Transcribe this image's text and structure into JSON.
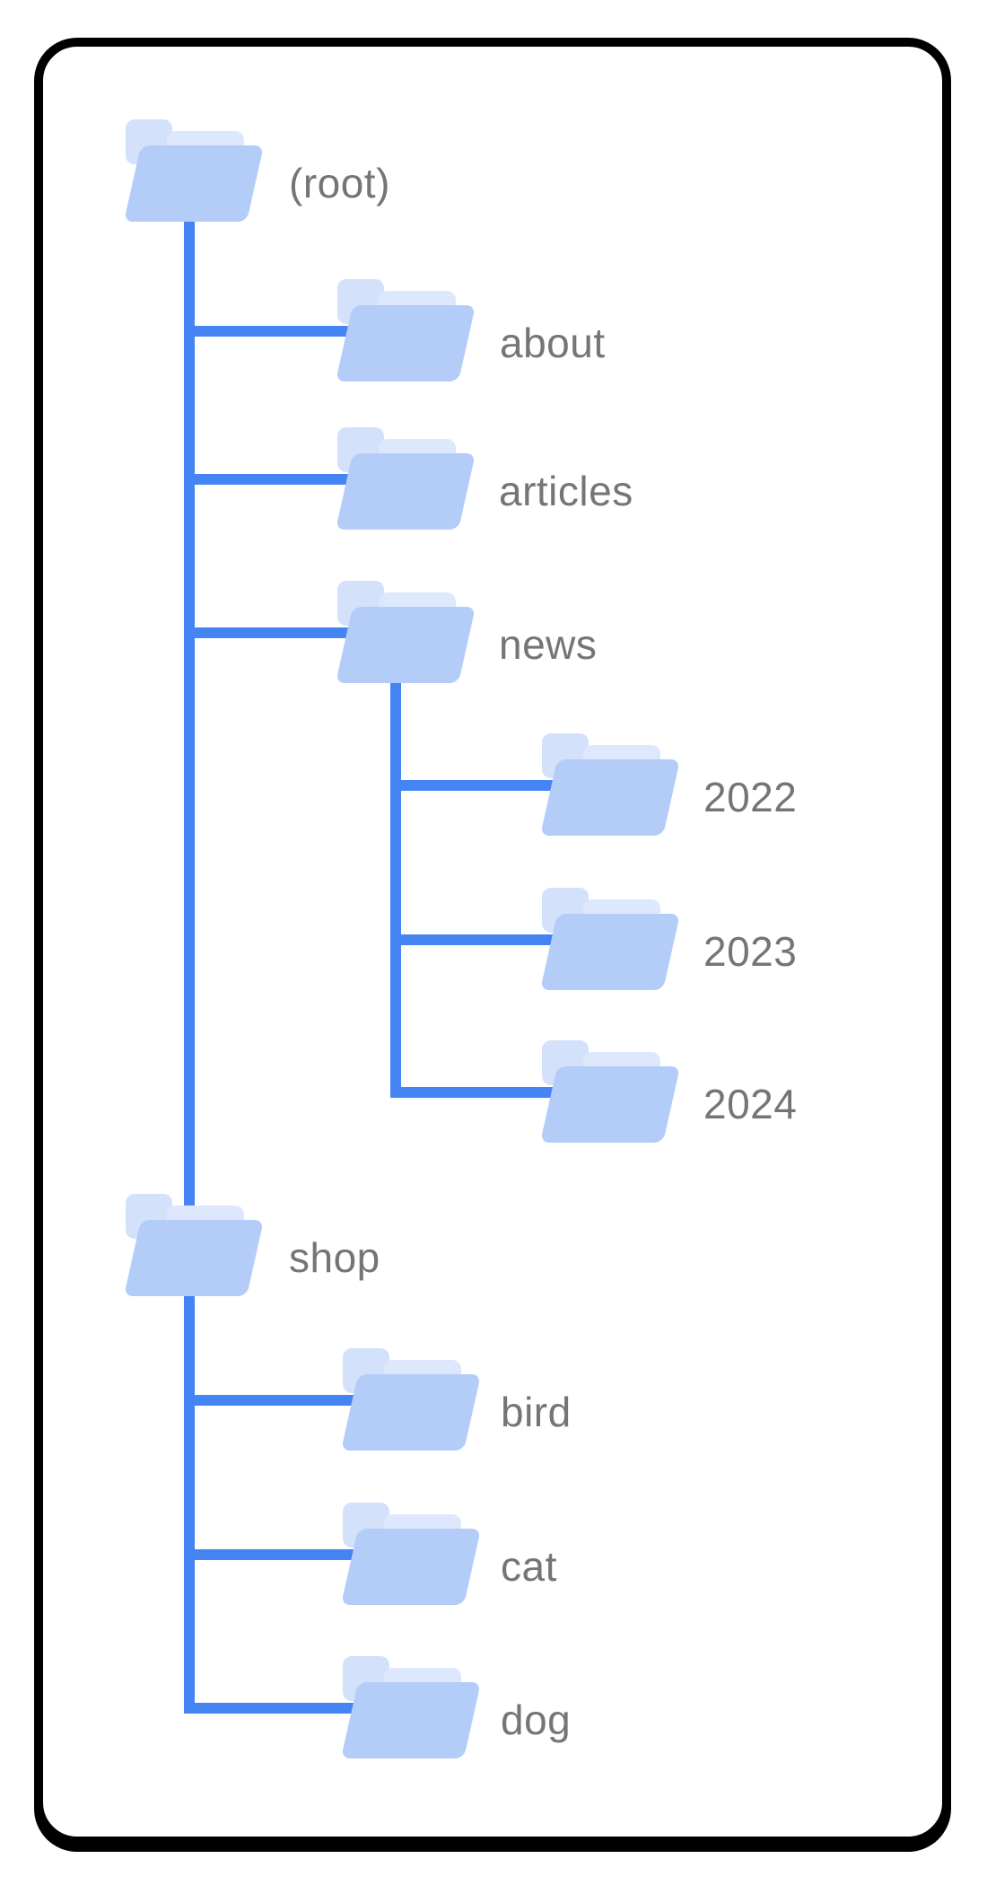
{
  "diagram": {
    "title": "site-structure-folder-tree",
    "description_visible_text_only": true
  },
  "colors": {
    "connector": "#4484f3",
    "folder-front": "#b3ccf8",
    "folder-flap": "#dde8fd",
    "folder-tab": "#d3e1fb",
    "label": "#757575",
    "card-border": "#000000",
    "card-bg": "#ffffff"
  },
  "tree": {
    "nodes": [
      {
        "label": "(root)",
        "parent": null
      },
      {
        "label": "about",
        "parent": "(root)"
      },
      {
        "label": "articles",
        "parent": "(root)"
      },
      {
        "label": "news",
        "parent": "(root)"
      },
      {
        "label": "2022",
        "parent": "news"
      },
      {
        "label": "2023",
        "parent": "news"
      },
      {
        "label": "2024",
        "parent": "news"
      },
      {
        "label": "shop",
        "parent": "(root)"
      },
      {
        "label": "bird",
        "parent": "shop"
      },
      {
        "label": "cat",
        "parent": "shop"
      },
      {
        "label": "dog",
        "parent": "shop"
      }
    ]
  }
}
